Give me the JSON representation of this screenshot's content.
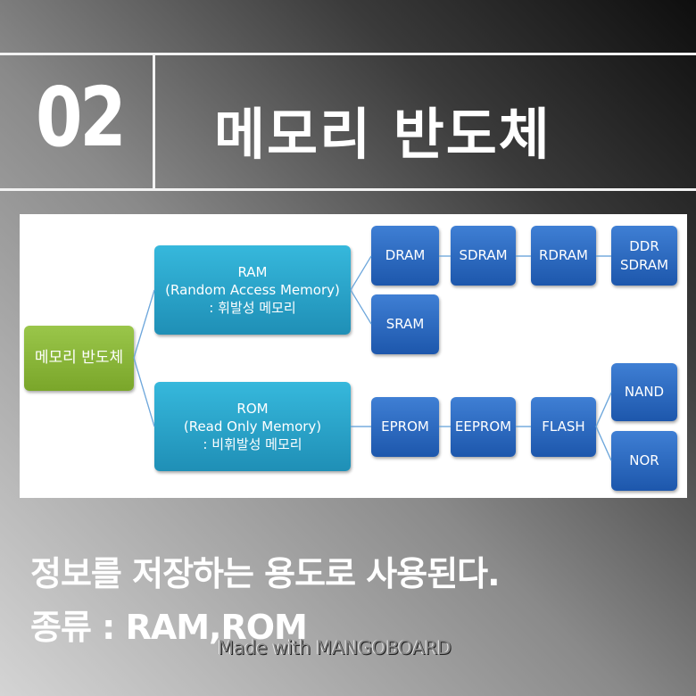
{
  "header": {
    "number": "02",
    "title": "메모리 반도체"
  },
  "diagram": {
    "root": "메모리 반도체",
    "ram": {
      "line1": "RAM",
      "line2": "(Random Access Memory)",
      "line3": ": 휘발성 메모리"
    },
    "rom": {
      "line1": "ROM",
      "line2": "(Read Only Memory)",
      "line3": ": 비휘발성 메모리"
    },
    "ram_children": [
      "DRAM",
      "SDRAM",
      "RDRAM",
      "DDR",
      "SDRAM",
      "SRAM"
    ],
    "rom_children": [
      "EPROM",
      "EEPROM",
      "FLASH",
      "NAND",
      "NOR"
    ]
  },
  "body": {
    "line1": "정보를 저장하는 용도로 사용된다.",
    "line2": "종류 : RAM,ROM"
  },
  "watermark": "Made with MANGOBOARD"
}
